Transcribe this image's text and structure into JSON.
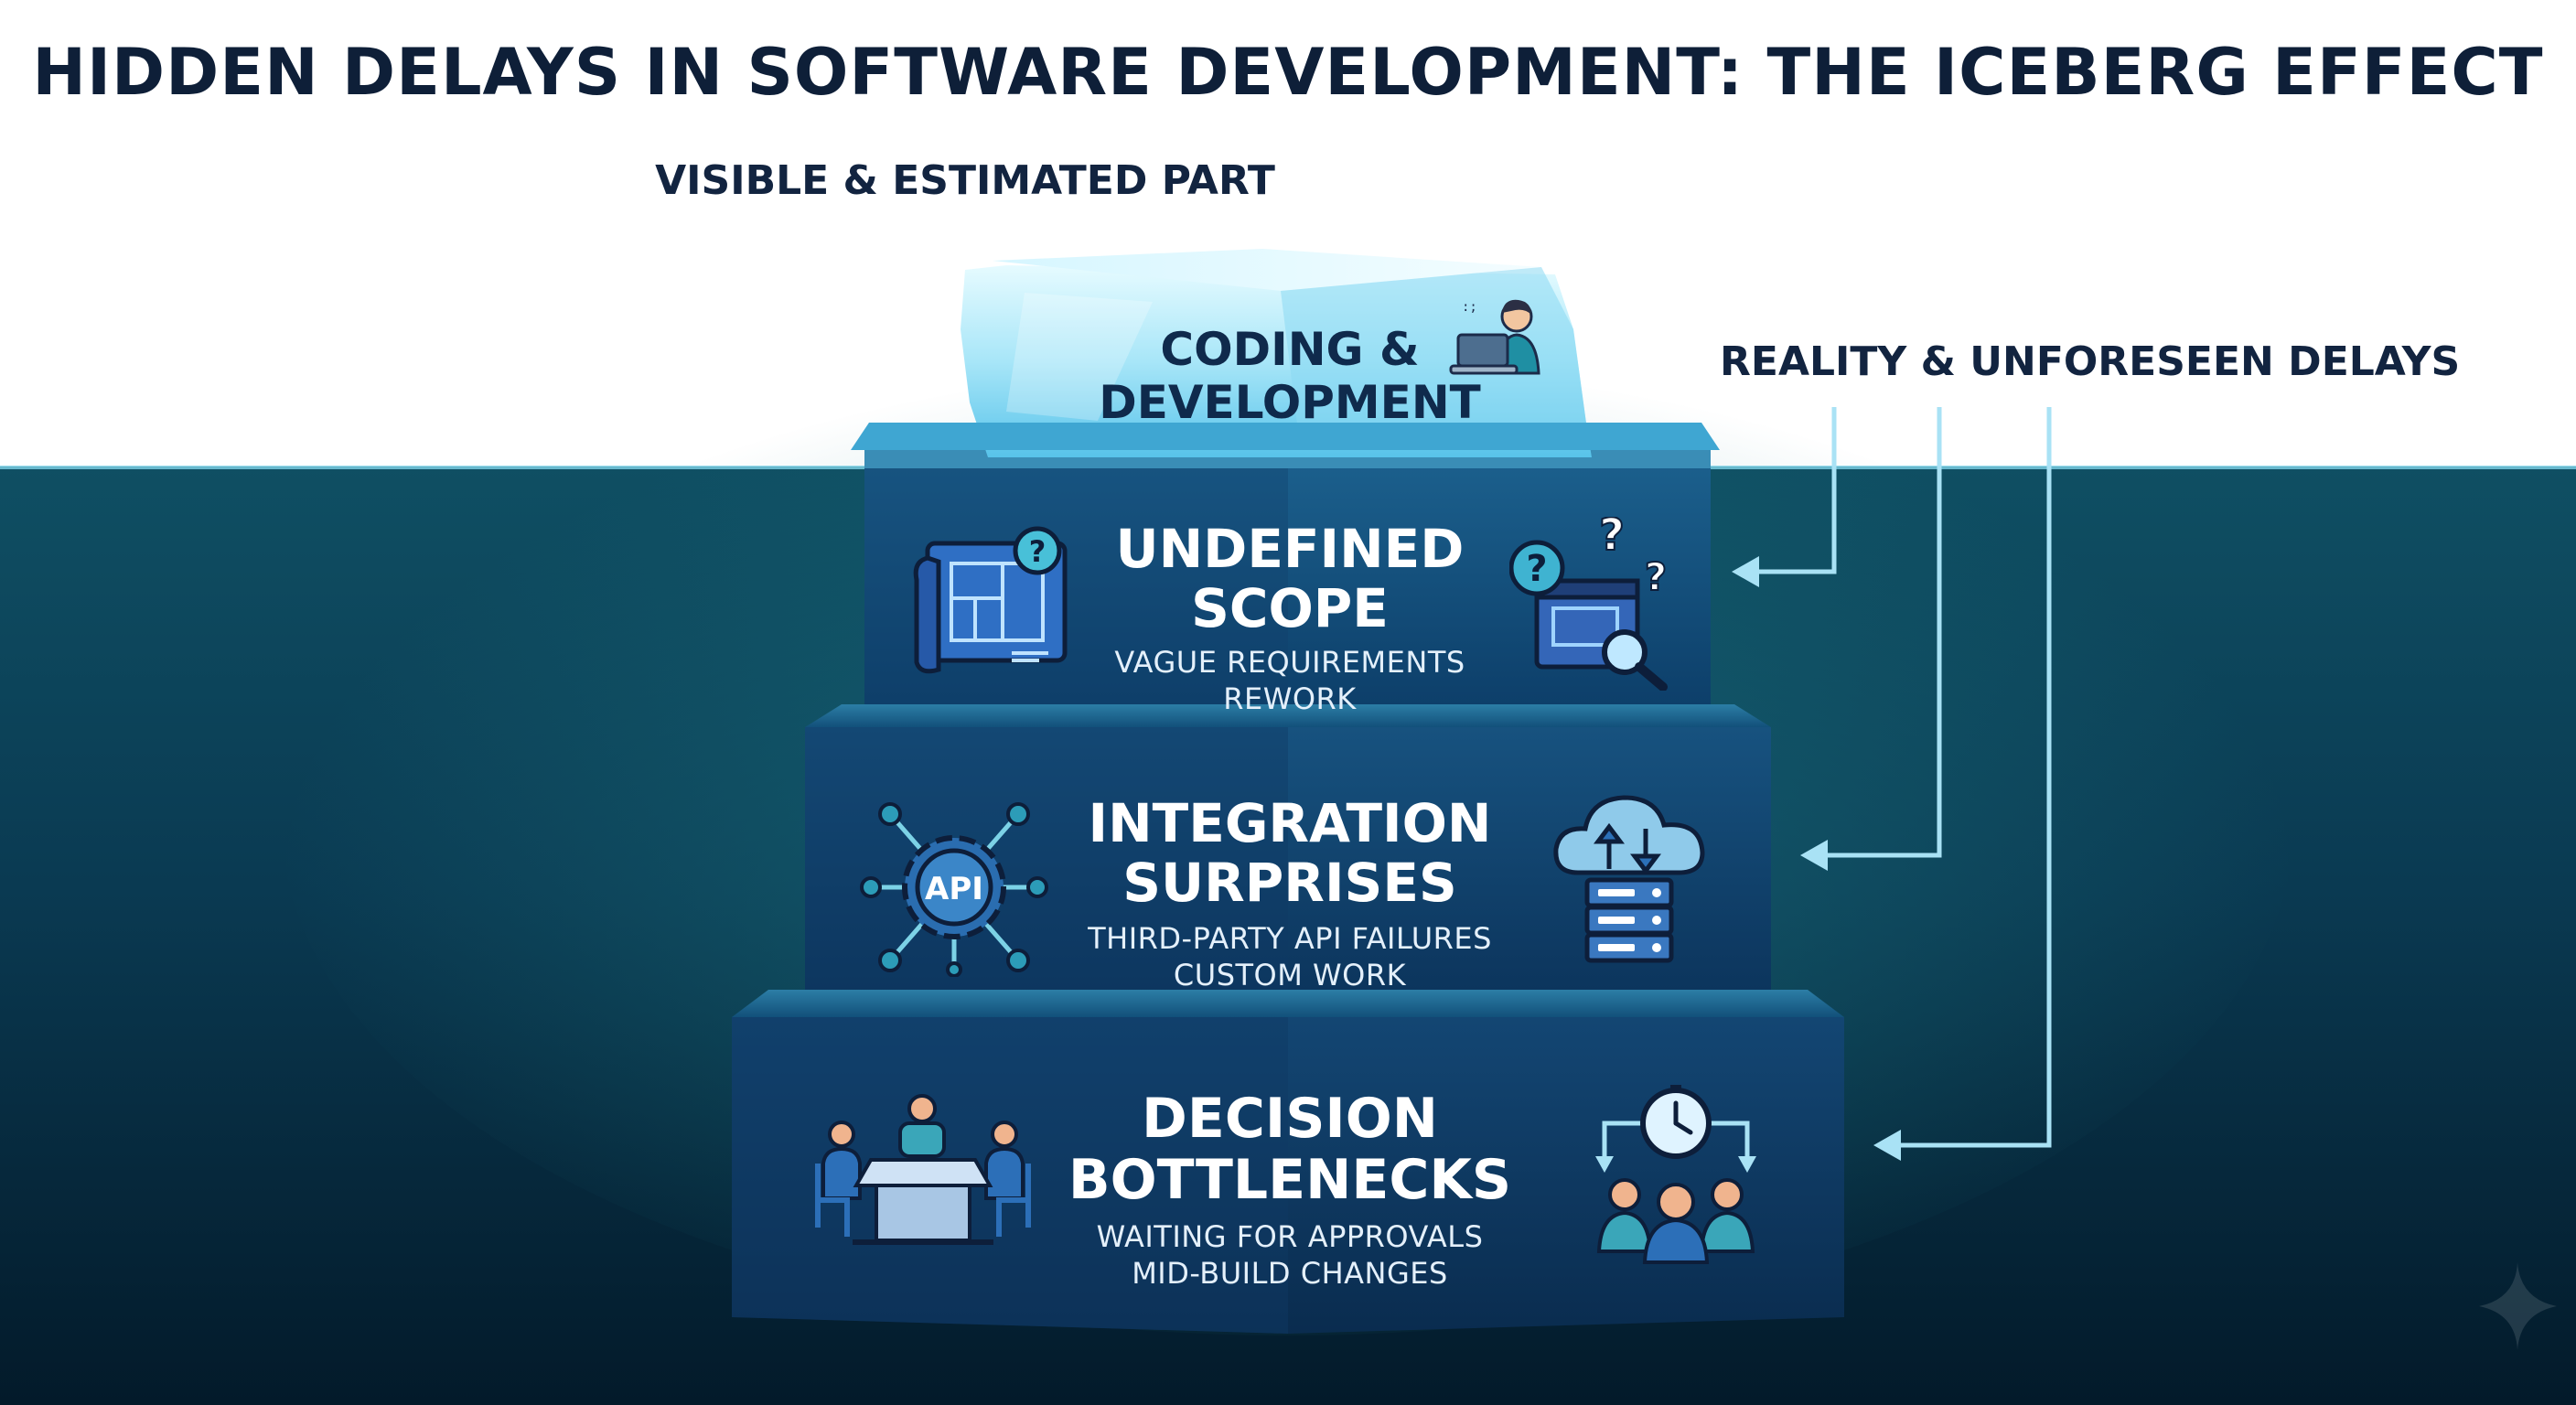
{
  "title": "HIDDEN DELAYS IN SOFTWARE DEVELOPMENT: THE ICEBERG EFFECT",
  "visible_label": "VISIBLE & ESTIMATED PART",
  "reality_label": "REALITY & UNFORESEEN DELAYS",
  "tip": {
    "title_line1": "CODING &",
    "title_line2": "DEVELOPMENT",
    "icon": "developer-laptop-icon"
  },
  "layers": [
    {
      "title_line1": "UNDEFINED",
      "title_line2": "SCOPE",
      "sub_line1": "VAGUE REQUIREMENTS",
      "sub_line2": "REWORK",
      "left_icon": "blueprint-question-icon",
      "right_icon": "search-questions-icon"
    },
    {
      "title_line1": "INTEGRATION",
      "title_line2": "SURPRISES",
      "sub_line1": "THIRD-PARTY API FAILURES",
      "sub_line2": "CUSTOM WORK",
      "api_text": "API",
      "left_icon": "api-gear-icon",
      "right_icon": "cloud-server-icon"
    },
    {
      "title_line1": "DECISION",
      "title_line2": "BOTTLENECKS",
      "sub_line1": "WAITING FOR APPROVALS",
      "sub_line2": "MID-BUILD CHANGES",
      "left_icon": "meeting-table-icon",
      "right_icon": "clock-team-icon"
    }
  ],
  "colors": {
    "title": "#0e1f38",
    "water_top": "#0f4f63",
    "water_bottom": "#031a2a",
    "ice": "#bfeefb",
    "block": "#0d3d6b",
    "connector": "#a9e2f5"
  }
}
